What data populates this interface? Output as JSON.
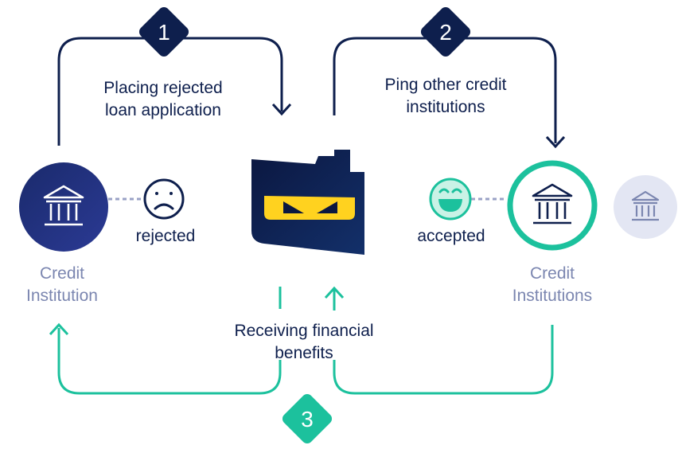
{
  "steps": {
    "one": {
      "number": "1",
      "label_line1": "Placing rejected",
      "label_line2": "loan application"
    },
    "two": {
      "number": "2",
      "label_line1": "Ping other credit",
      "label_line2": "institutions"
    },
    "three": {
      "number": "3",
      "label_line1": "Receiving financial",
      "label_line2": "benefits"
    }
  },
  "left_bank": {
    "status": "rejected",
    "label_line1": "Credit",
    "label_line2": "Institution"
  },
  "right_bank": {
    "status": "accepted",
    "label_line1": "Credit",
    "label_line2": "Institutions"
  },
  "icons": {
    "left_bank": "bank-icon",
    "right_bank": "bank-icon",
    "extra_bank": "bank-icon",
    "rejected_face": "sad-face-icon",
    "accepted_face": "happy-face-icon",
    "center_logo": "ninja-mask-logo"
  },
  "colors": {
    "navy": "#0e1f4d",
    "teal": "#1cc19d",
    "muted": "#7b86b0",
    "light_bank_bg": "#e3e6f3"
  }
}
